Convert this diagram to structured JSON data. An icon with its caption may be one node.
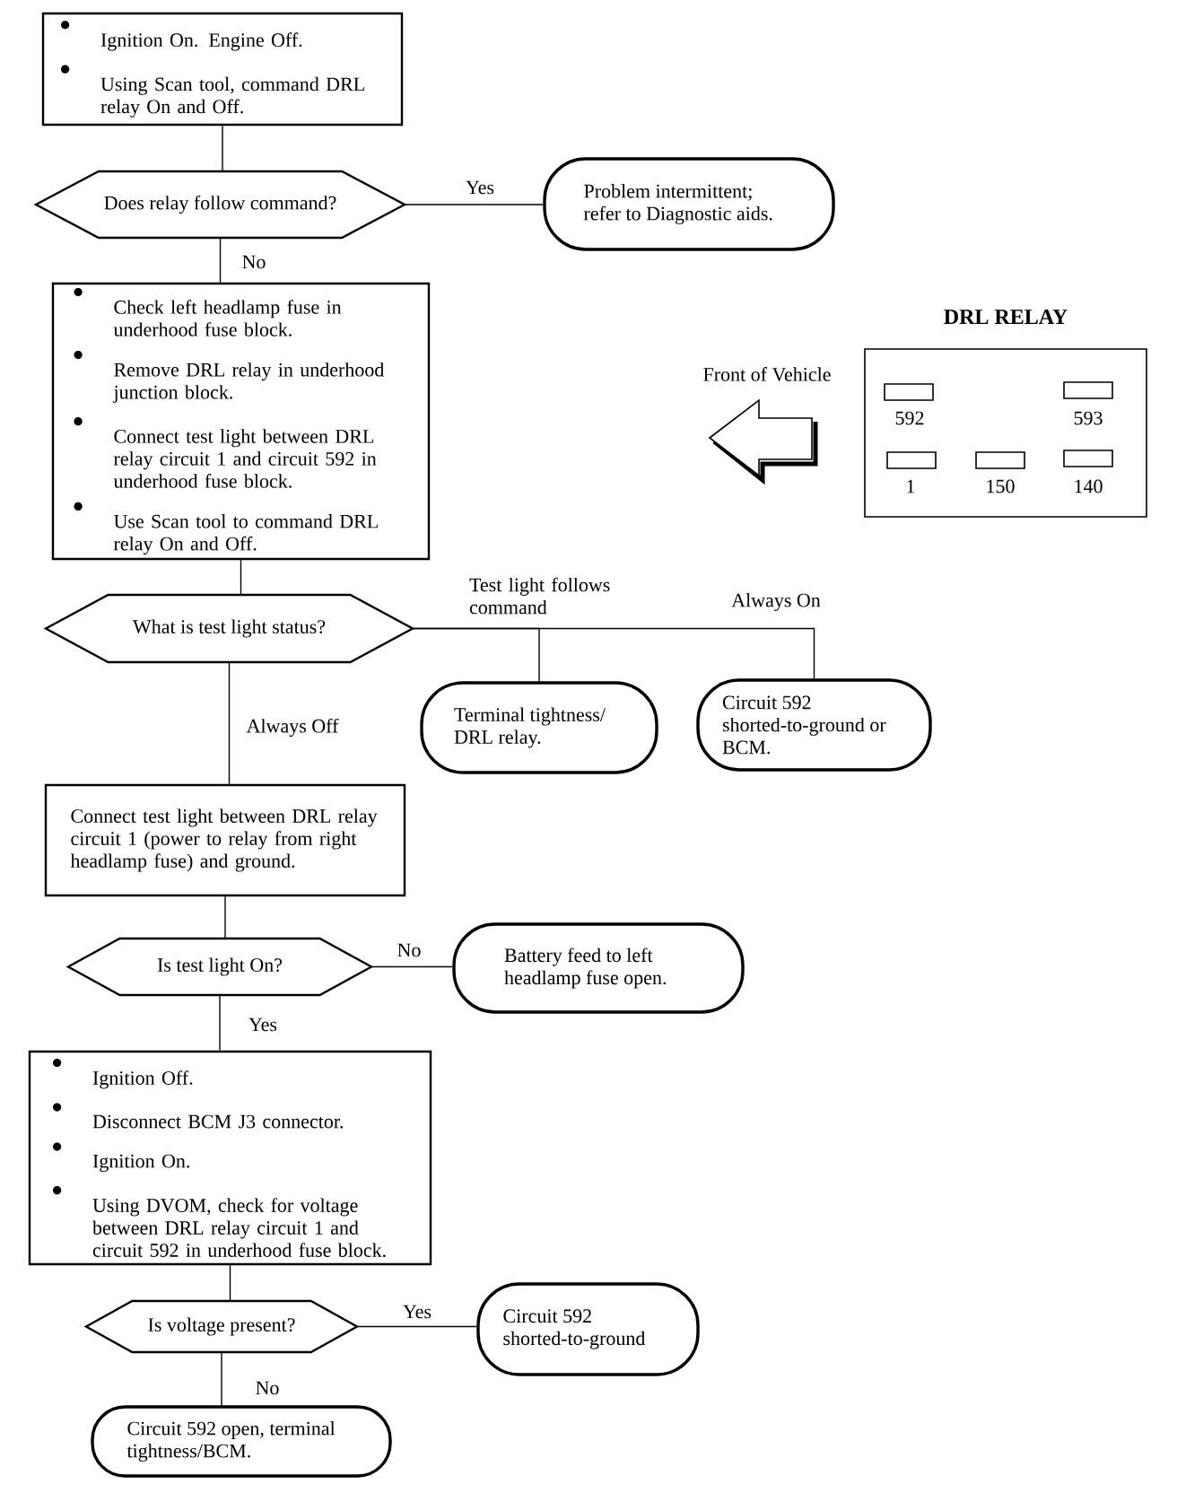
{
  "diagram": {
    "nodes": [
      {
        "text": [
          "Ignition On. Engine Off.",
          "Using Scan tool, command DRL relay On and Off."
        ]
      },
      {
        "text": [
          "Does relay follow command?"
        ]
      },
      {
        "text": [
          "Problem intermittent; refer to Diagnostic aids."
        ]
      },
      {
        "text": [
          "Check left headlamp fuse in underhood fuse block.",
          "Remove DRL relay in underhood junction block.",
          "Connect test light between DRL relay circuit 1 and circuit 592 in underhood fuse block.",
          "Use Scan tool to command DRL relay On and Off."
        ]
      },
      {
        "text": [
          "What is test light status?"
        ]
      },
      {
        "text": [
          "Terminal tightness/ DRL relay."
        ]
      },
      {
        "text": [
          "Circuit 592 shorted-to-ground or BCM."
        ]
      },
      {
        "text": [
          "Connect test light between DRL relay circuit 1 (power to relay from right headlamp fuse) and ground."
        ]
      },
      {
        "text": [
          "Is test light On?"
        ]
      },
      {
        "text": [
          "Battery feed to left headlamp fuse open."
        ]
      },
      {
        "text": [
          "Ignition Off.",
          "Disconnect BCM J3 connector.",
          "Ignition On.",
          "Using DVOM, check for voltage between DRL relay circuit 1 and circuit 592 in underhood fuse block."
        ]
      },
      {
        "text": [
          "Is voltage present?"
        ]
      },
      {
        "text": [
          "Circuit 592 shorted-to-ground"
        ]
      },
      {
        "text": [
          "Circuit 592 open, terminal tightness/BCM."
        ]
      },
      {
        "text": [
          "DRL RELAY"
        ]
      }
    ],
    "edges": [
      {
        "from": 0,
        "to": 1,
        "arrow": "none"
      },
      {
        "from": 1,
        "to": 2,
        "arrow": "none",
        "label": "Yes"
      },
      {
        "from": 1,
        "to": 3,
        "arrow": "none",
        "label": "No"
      },
      {
        "from": 3,
        "to": 4,
        "arrow": "none"
      },
      {
        "from": 4,
        "to": 5,
        "arrow": "none",
        "label": "Test light follows command"
      },
      {
        "from": 4,
        "to": 6,
        "arrow": "none",
        "label": "Always On"
      },
      {
        "from": 4,
        "to": 7,
        "arrow": "none",
        "label": "Always Off"
      },
      {
        "from": 7,
        "to": 8,
        "arrow": "none"
      },
      {
        "from": 8,
        "to": 9,
        "arrow": "none",
        "label": "No"
      },
      {
        "from": 8,
        "to": 10,
        "arrow": "none",
        "label": "Yes"
      },
      {
        "from": 10,
        "to": 11,
        "arrow": "none"
      },
      {
        "from": 11,
        "to": 12,
        "arrow": "none",
        "label": "Yes"
      },
      {
        "from": 11,
        "to": 13,
        "arrow": "none",
        "label": "No"
      }
    ],
    "labels": [
      "Front of Vehicle",
      "592",
      "593",
      "1",
      "150",
      "140"
    ]
  }
}
